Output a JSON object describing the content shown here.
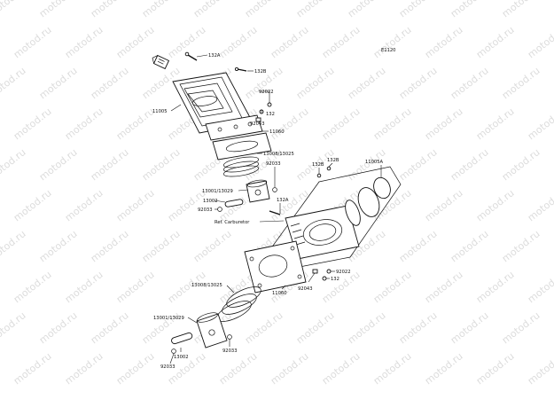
{
  "watermark": {
    "text": "motod.ru"
  },
  "diagram_code": "E1120",
  "labels": [
    {
      "id": "132a-top",
      "text": "132A"
    },
    {
      "id": "132b-top",
      "text": "132B"
    },
    {
      "id": "92022-top",
      "text": "92022"
    },
    {
      "id": "11005",
      "text": "11005"
    },
    {
      "id": "132-top",
      "text": "132"
    },
    {
      "id": "92043-top",
      "text": "92043"
    },
    {
      "id": "11060-top",
      "text": "11060"
    },
    {
      "id": "13008-13025-top",
      "text": "13008/13025"
    },
    {
      "id": "92033-top-right",
      "text": "92033"
    },
    {
      "id": "13001-13029-top",
      "text": "13001/13029"
    },
    {
      "id": "13002-top",
      "text": "13002"
    },
    {
      "id": "92033-top-left",
      "text": "92033"
    },
    {
      "id": "132a-mid",
      "text": "132A"
    },
    {
      "id": "ref-carburetor",
      "text": "Ref. Carburetor"
    },
    {
      "id": "132b-left",
      "text": "132B"
    },
    {
      "id": "132b-right",
      "text": "132B"
    },
    {
      "id": "11005a",
      "text": "11005A"
    },
    {
      "id": "92022-bottom",
      "text": "92022"
    },
    {
      "id": "132-bottom",
      "text": "132"
    },
    {
      "id": "92043-bottom",
      "text": "92043"
    },
    {
      "id": "11060-bottom",
      "text": "11060"
    },
    {
      "id": "13008-13025-bottom",
      "text": "13008/13025"
    },
    {
      "id": "13001-13029-bottom",
      "text": "13001/13029"
    },
    {
      "id": "13002-bottom",
      "text": "13002"
    },
    {
      "id": "92033-bottom-left",
      "text": "92033"
    },
    {
      "id": "92033-bottom-right",
      "text": "92033"
    }
  ]
}
